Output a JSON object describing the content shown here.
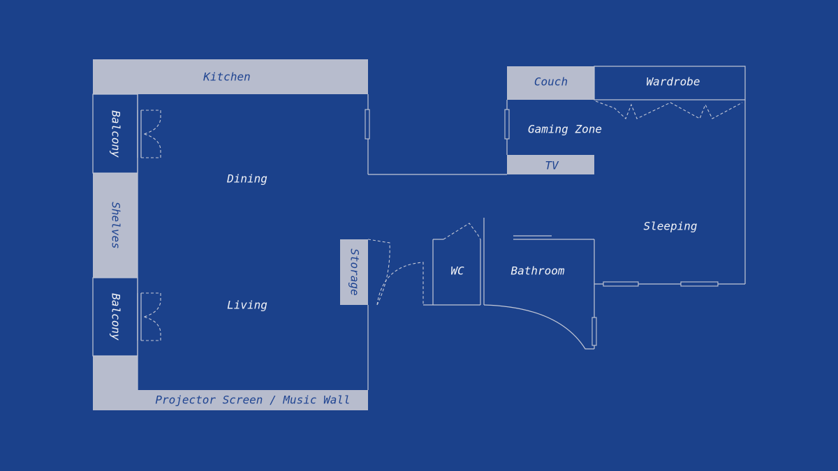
{
  "colors": {
    "background": "#1b418b",
    "line": "#c4c8d6",
    "fixture_fill": "#b7bccd",
    "label_on_fixture": "#1f4491",
    "label_on_floor": "#f2f3f7"
  },
  "labels": {
    "kitchen": "Kitchen",
    "balcony_top": "Balcony",
    "shelves": "Shelves",
    "balcony_bottom": "Balcony",
    "projector_wall": "Projector Screen / Music Wall",
    "dining": "Dining",
    "living": "Living",
    "storage": "Storage",
    "wc": "WC",
    "bathroom": "Bathroom",
    "couch": "Couch",
    "wardrobe": "Wardrobe",
    "gaming_zone": "Gaming Zone",
    "tv": "TV",
    "sleeping": "Sleeping"
  }
}
